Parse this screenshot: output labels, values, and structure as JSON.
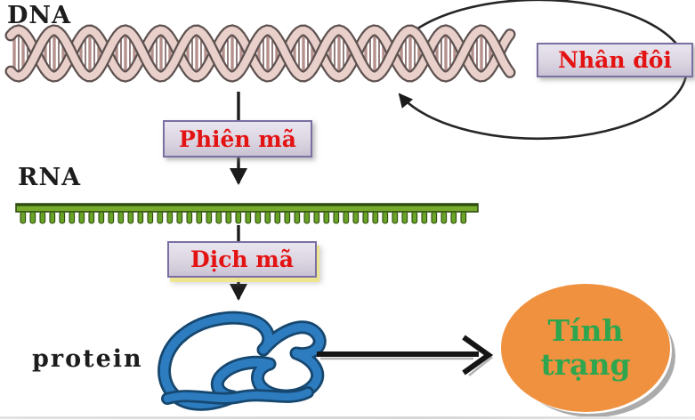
{
  "labels": {
    "dna": "DNA",
    "rna": "RNA",
    "protein": "protein"
  },
  "process_boxes": {
    "replication": "Nhân đôi",
    "transcription": "Phiên mã",
    "translation": "Dịch mã"
  },
  "trait": {
    "label": "Tính trạng"
  },
  "icons": {
    "replication_loop": "circular-loop-arrow",
    "transcription_arrow": "down-arrow",
    "translation_arrow": "down-arrow",
    "trait_arrow": "right-chevron-arrow"
  },
  "colors": {
    "box_fill": "#dcd6e2",
    "box_border": "#7b70a2",
    "box_text_red": "#e41313",
    "trait_fill": "#f0913f",
    "trait_text_green": "#2fa64e",
    "rna_green": "#76ab2c",
    "rna_dark": "#2f4d10",
    "protein_blue": "#2d7cc0",
    "protein_outline": "#16476f",
    "dna_pink": "#e9d0cb",
    "dna_outline": "#5e5250",
    "arrow_black": "#1b1b1b"
  }
}
